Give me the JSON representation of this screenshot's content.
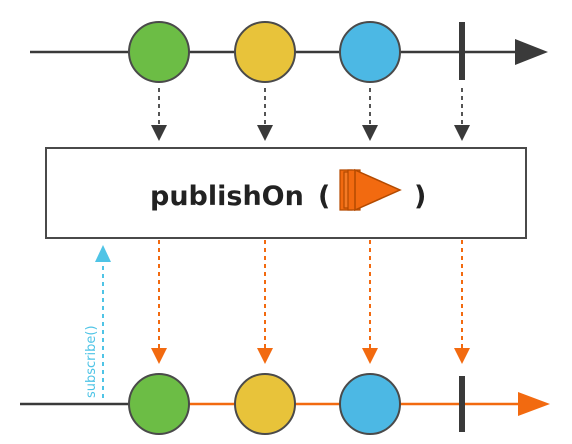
{
  "operator": {
    "name": "publishOn",
    "paren_open": "(",
    "paren_close": ")",
    "scheduler_icon": "triple-play-arrow-icon"
  },
  "subscribe_label": "subscribe()",
  "colors": {
    "line": "#3a3a3a",
    "green": "#6cbd45",
    "yellow": "#e8c33a",
    "blue": "#4cb8e4",
    "circle_stroke": "#4a4a4a",
    "orange": "#f26a10",
    "cyan": "#4fc4e6",
    "dotted_gray": "#555555"
  },
  "input_stream": {
    "items": [
      "green",
      "yellow",
      "blue"
    ],
    "terminal": "completion"
  },
  "output_stream": {
    "items": [
      "green",
      "yellow",
      "blue"
    ],
    "terminal": "completion"
  }
}
